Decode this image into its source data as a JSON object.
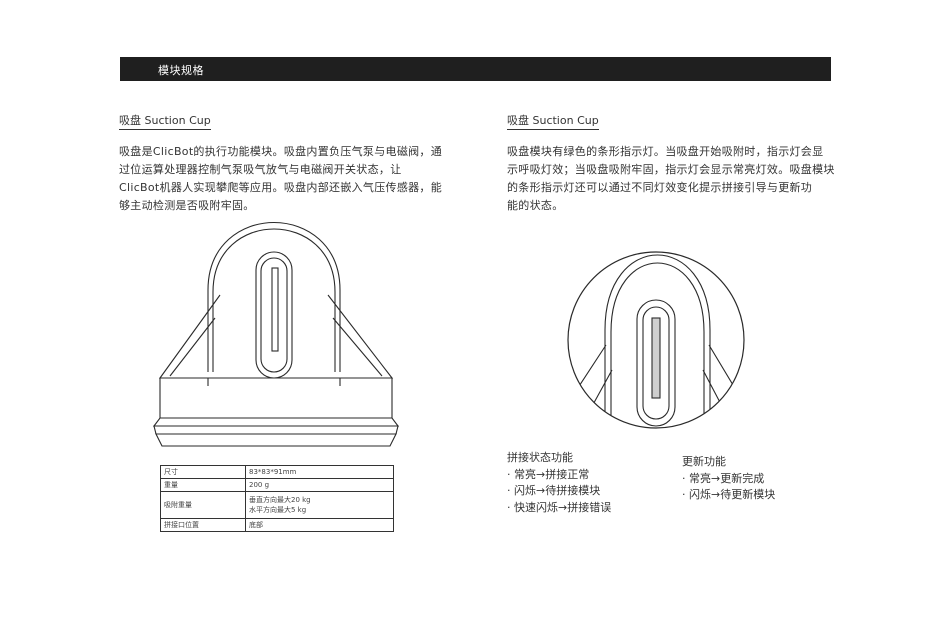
{
  "header": {
    "title": "模块规格"
  },
  "left": {
    "section_title": "吸盘 Suction Cup",
    "paragraph_lines": [
      "吸盘是ClicBot的执行功能模块。吸盘内置负压气泵与电磁阀，通",
      "过位运算处理器控制气泵吸气放气与电磁阀开关状态，让",
      "ClicBot机器人实现攀爬等应用。吸盘内部还嵌入气压传感器，能",
      "够主动检测是否吸附牢固。"
    ],
    "spec_table": [
      {
        "key": "尺寸",
        "value": [
          "83*83*91mm"
        ]
      },
      {
        "key": "重量",
        "value": [
          "200 g"
        ]
      },
      {
        "key": "吸附重量",
        "value": [
          "垂直方向最大20 kg",
          "水平方向最大5 kg"
        ]
      },
      {
        "key": "拼接口位置",
        "value": [
          "底部"
        ]
      }
    ]
  },
  "right": {
    "section_title": "吸盘 Suction Cup",
    "paragraph_lines": [
      "吸盘模块有绿色的条形指示灯。当吸盘开始吸附时，指示灯会显",
      "示呼吸灯效；当吸盘吸附牢固，指示灯会显示常亮灯效。吸盘模块",
      "的条形指示灯还可以通过不同灯效变化提示拼接引导与更新功",
      "能的状态。"
    ],
    "splice": {
      "title": "拼接状态功能",
      "items": [
        "· 常亮→拼接正常",
        "· 闪烁→待拼接模块",
        "· 快速闪烁→拼接错误"
      ]
    },
    "update": {
      "title": "更新功能",
      "items": [
        "· 常亮→更新完成",
        "· 闪烁→待更新模块"
      ]
    }
  },
  "colors": {
    "header_bg": "#1f1f1f",
    "text": "#333333",
    "line": "#2a2a2a",
    "indicator": "#cfcfcf"
  },
  "icons": [
    "suction-cup-illustration",
    "indicator-closeup-illustration"
  ]
}
